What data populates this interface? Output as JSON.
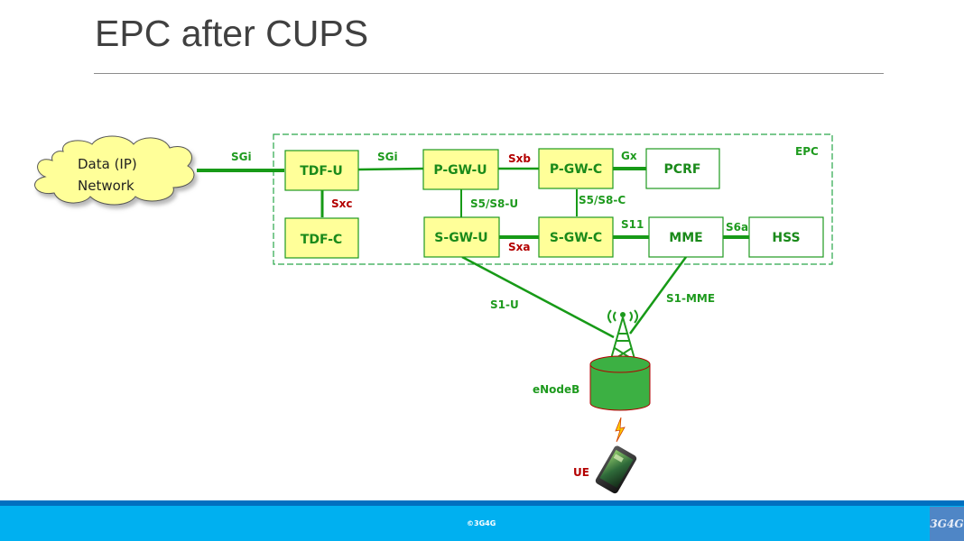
{
  "slide": {
    "title": "EPC after CUPS"
  },
  "diagram": {
    "region_label": "EPC",
    "cloud": {
      "line1": "Data (IP)",
      "line2": "Network"
    },
    "nodes": {
      "tdf_u": "TDF-U",
      "tdf_c": "TDF-C",
      "pgw_u": "P-GW-U",
      "pgw_c": "P-GW-C",
      "pcrf": "PCRF",
      "sgw_u": "S-GW-U",
      "sgw_c": "S-GW-C",
      "mme": "MME",
      "hss": "HSS",
      "enodeb": "eNodeB",
      "ue": "UE"
    },
    "interfaces": {
      "sgi_external": "SGi",
      "sgi_internal": "SGi",
      "sxc": "Sxc",
      "sxb": "Sxb",
      "sxa": "Sxa",
      "gx": "Gx",
      "s5s8_u": "S5/S8-U",
      "s5s8_c": "S5/S8-C",
      "s11": "S11",
      "s6a": "S6a",
      "s1_u": "S1-U",
      "s1_mme": "S1-MME"
    },
    "colors": {
      "line": "#179a17",
      "user_plane_fill": "#ffff99",
      "control_plane_label": "#b30000",
      "interface_label": "#1e9a1e",
      "enodeb_fill": "#3cb043"
    }
  },
  "footer": {
    "copyright": "©3G4G",
    "logo": "3G4G"
  }
}
